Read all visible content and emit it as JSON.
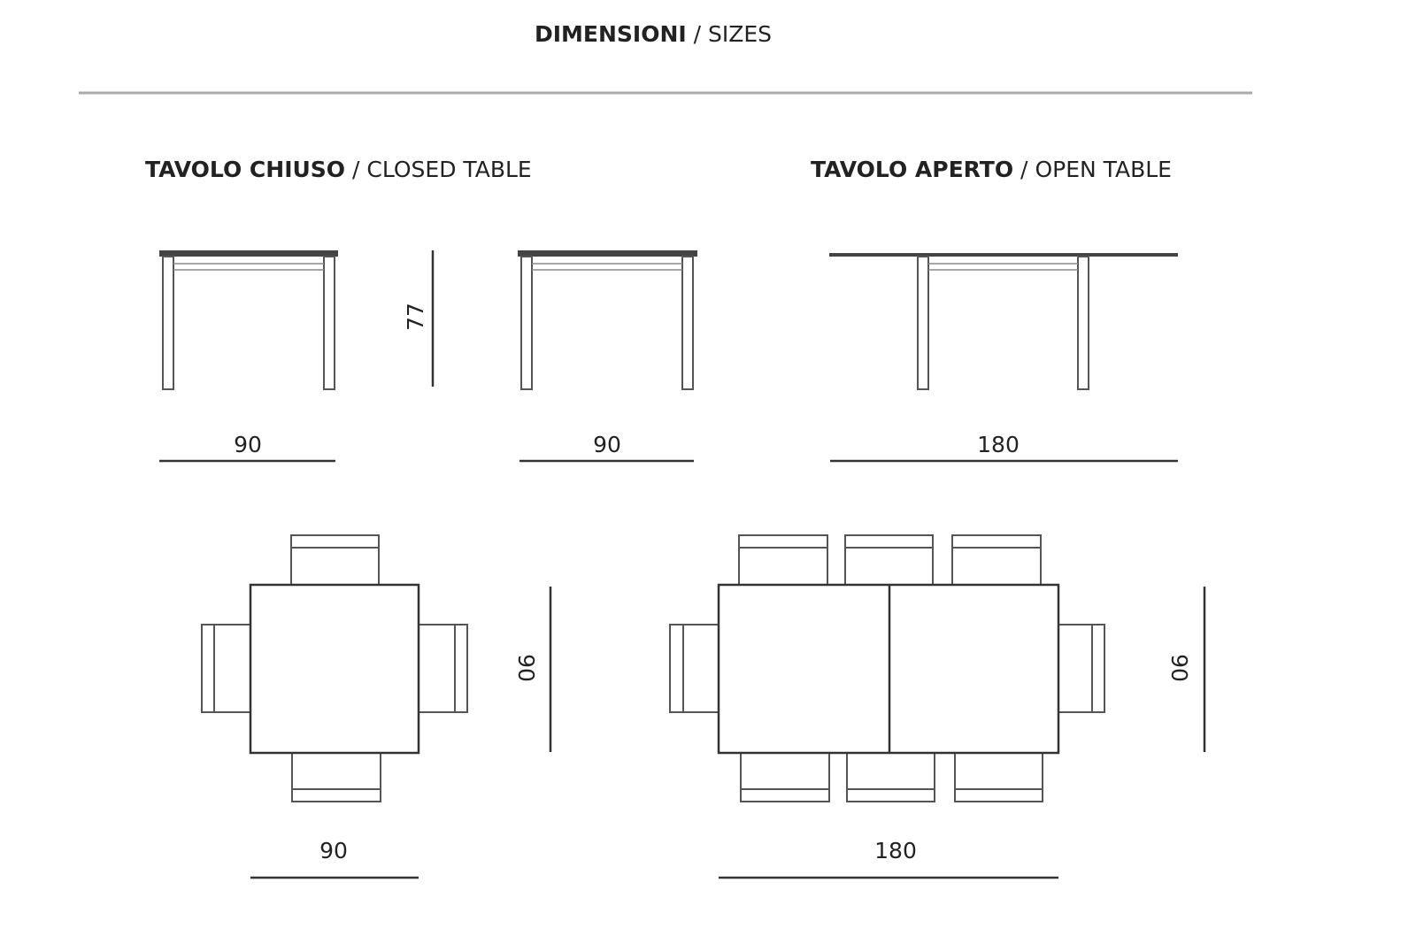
{
  "title": {
    "bold": "DIMENSIONI",
    "sep": " / ",
    "regular": "SIZES"
  },
  "closed": {
    "bold": "TAVOLO CHIUSO",
    "sep": " / ",
    "regular": "CLOSED TABLE"
  },
  "open": {
    "bold": "TAVOLO APERTO",
    "sep": " / ",
    "regular": "OPEN TABLE"
  },
  "dims": {
    "closed_height": "77",
    "closed_width_1": "90",
    "closed_width_2": "90",
    "open_width": "180",
    "closed_plan_depth": "90",
    "closed_plan_width": "90",
    "open_plan_depth": "90",
    "open_plan_width": "180"
  }
}
